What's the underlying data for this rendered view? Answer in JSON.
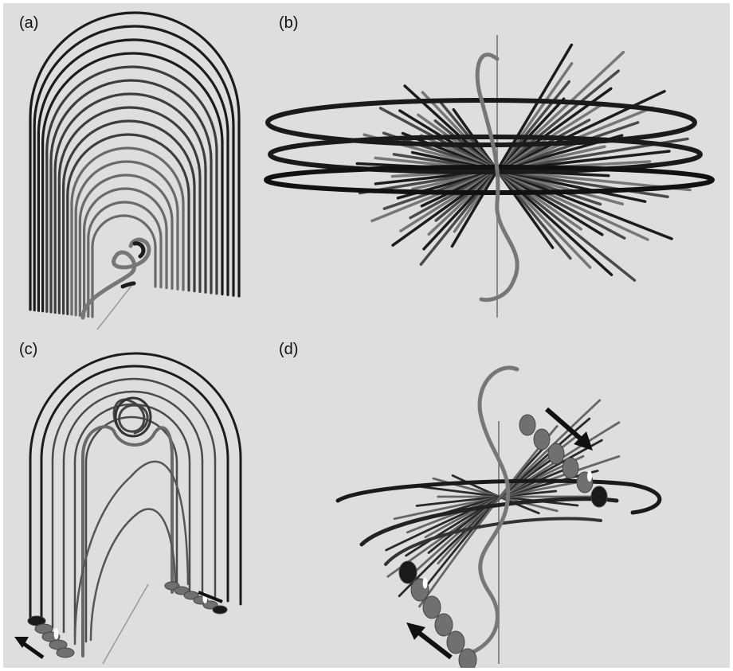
{
  "panels": [
    {
      "id": "a",
      "label": "(a)"
    },
    {
      "id": "b",
      "label": "(b)"
    },
    {
      "id": "c",
      "label": "(c)"
    },
    {
      "id": "d",
      "label": "(d)"
    }
  ],
  "colors": {
    "background": "#dedede",
    "dark_tube": "#1c1c1c",
    "mid_tube": "#555555",
    "light_tube": "#8a8a8a",
    "axis_line": "#888888",
    "arrow": "#111111",
    "marker_light": "#707070",
    "marker_dark": "#1a1a1a",
    "marker_highlight": "#ffffff"
  }
}
